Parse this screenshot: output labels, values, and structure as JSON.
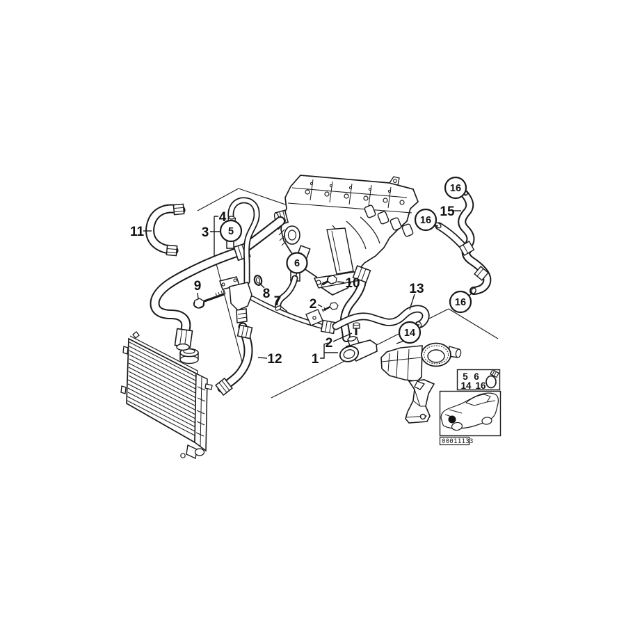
{
  "meta": {
    "background": "#ffffff",
    "line_color": "#1a1a1a",
    "diagram_kind": "exploded-parts-diagram"
  },
  "callouts": {
    "n1": "1",
    "n2a": "2",
    "n2b": "2",
    "n3": "3",
    "n4": "4",
    "n5": "5",
    "n6": "6",
    "n7": "7",
    "n8": "8",
    "n9": "9",
    "n10": "10",
    "n11": "11",
    "n12": "12",
    "n13": "13",
    "n14": "14",
    "n15": "15",
    "n16a": "16",
    "n16b": "16",
    "n16c": "16"
  },
  "legend": {
    "row1_left": "5",
    "row1_right": "6",
    "row2_left": "14",
    "row2_right": "16"
  },
  "footer": {
    "image_code": "00011133"
  }
}
